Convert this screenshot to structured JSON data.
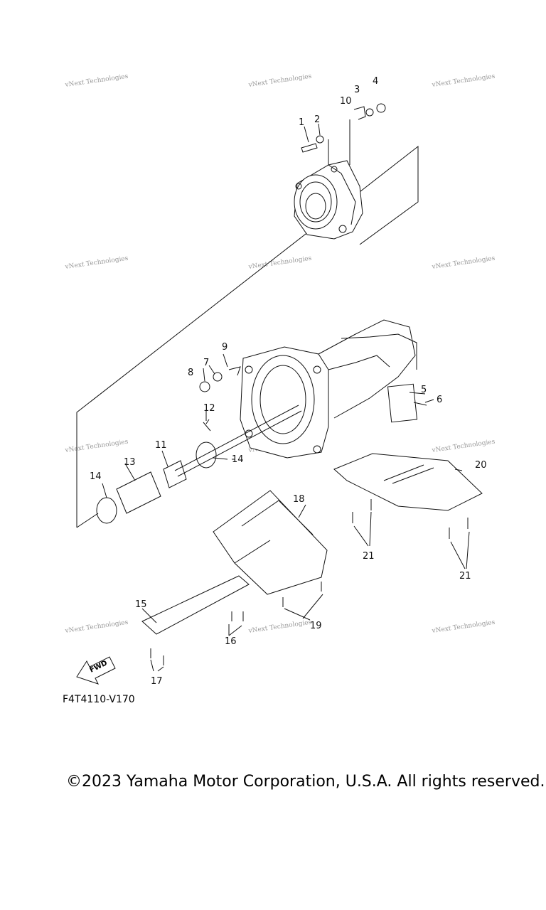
{
  "diagram": {
    "callouts": [
      "1",
      "2",
      "3",
      "4",
      "5",
      "6",
      "7",
      "8",
      "9",
      "10",
      "11",
      "12",
      "13",
      "14",
      "14",
      "15",
      "16",
      "17",
      "18",
      "19",
      "20",
      "21",
      "21"
    ],
    "watermark": "vNext Technologies",
    "fwd_label": "FWD"
  },
  "footer": {
    "drawing_code": "F4T4110-V170",
    "copyright": "©2023 Yamaha Motor Corporation, U.S.A. All rights reserved."
  }
}
